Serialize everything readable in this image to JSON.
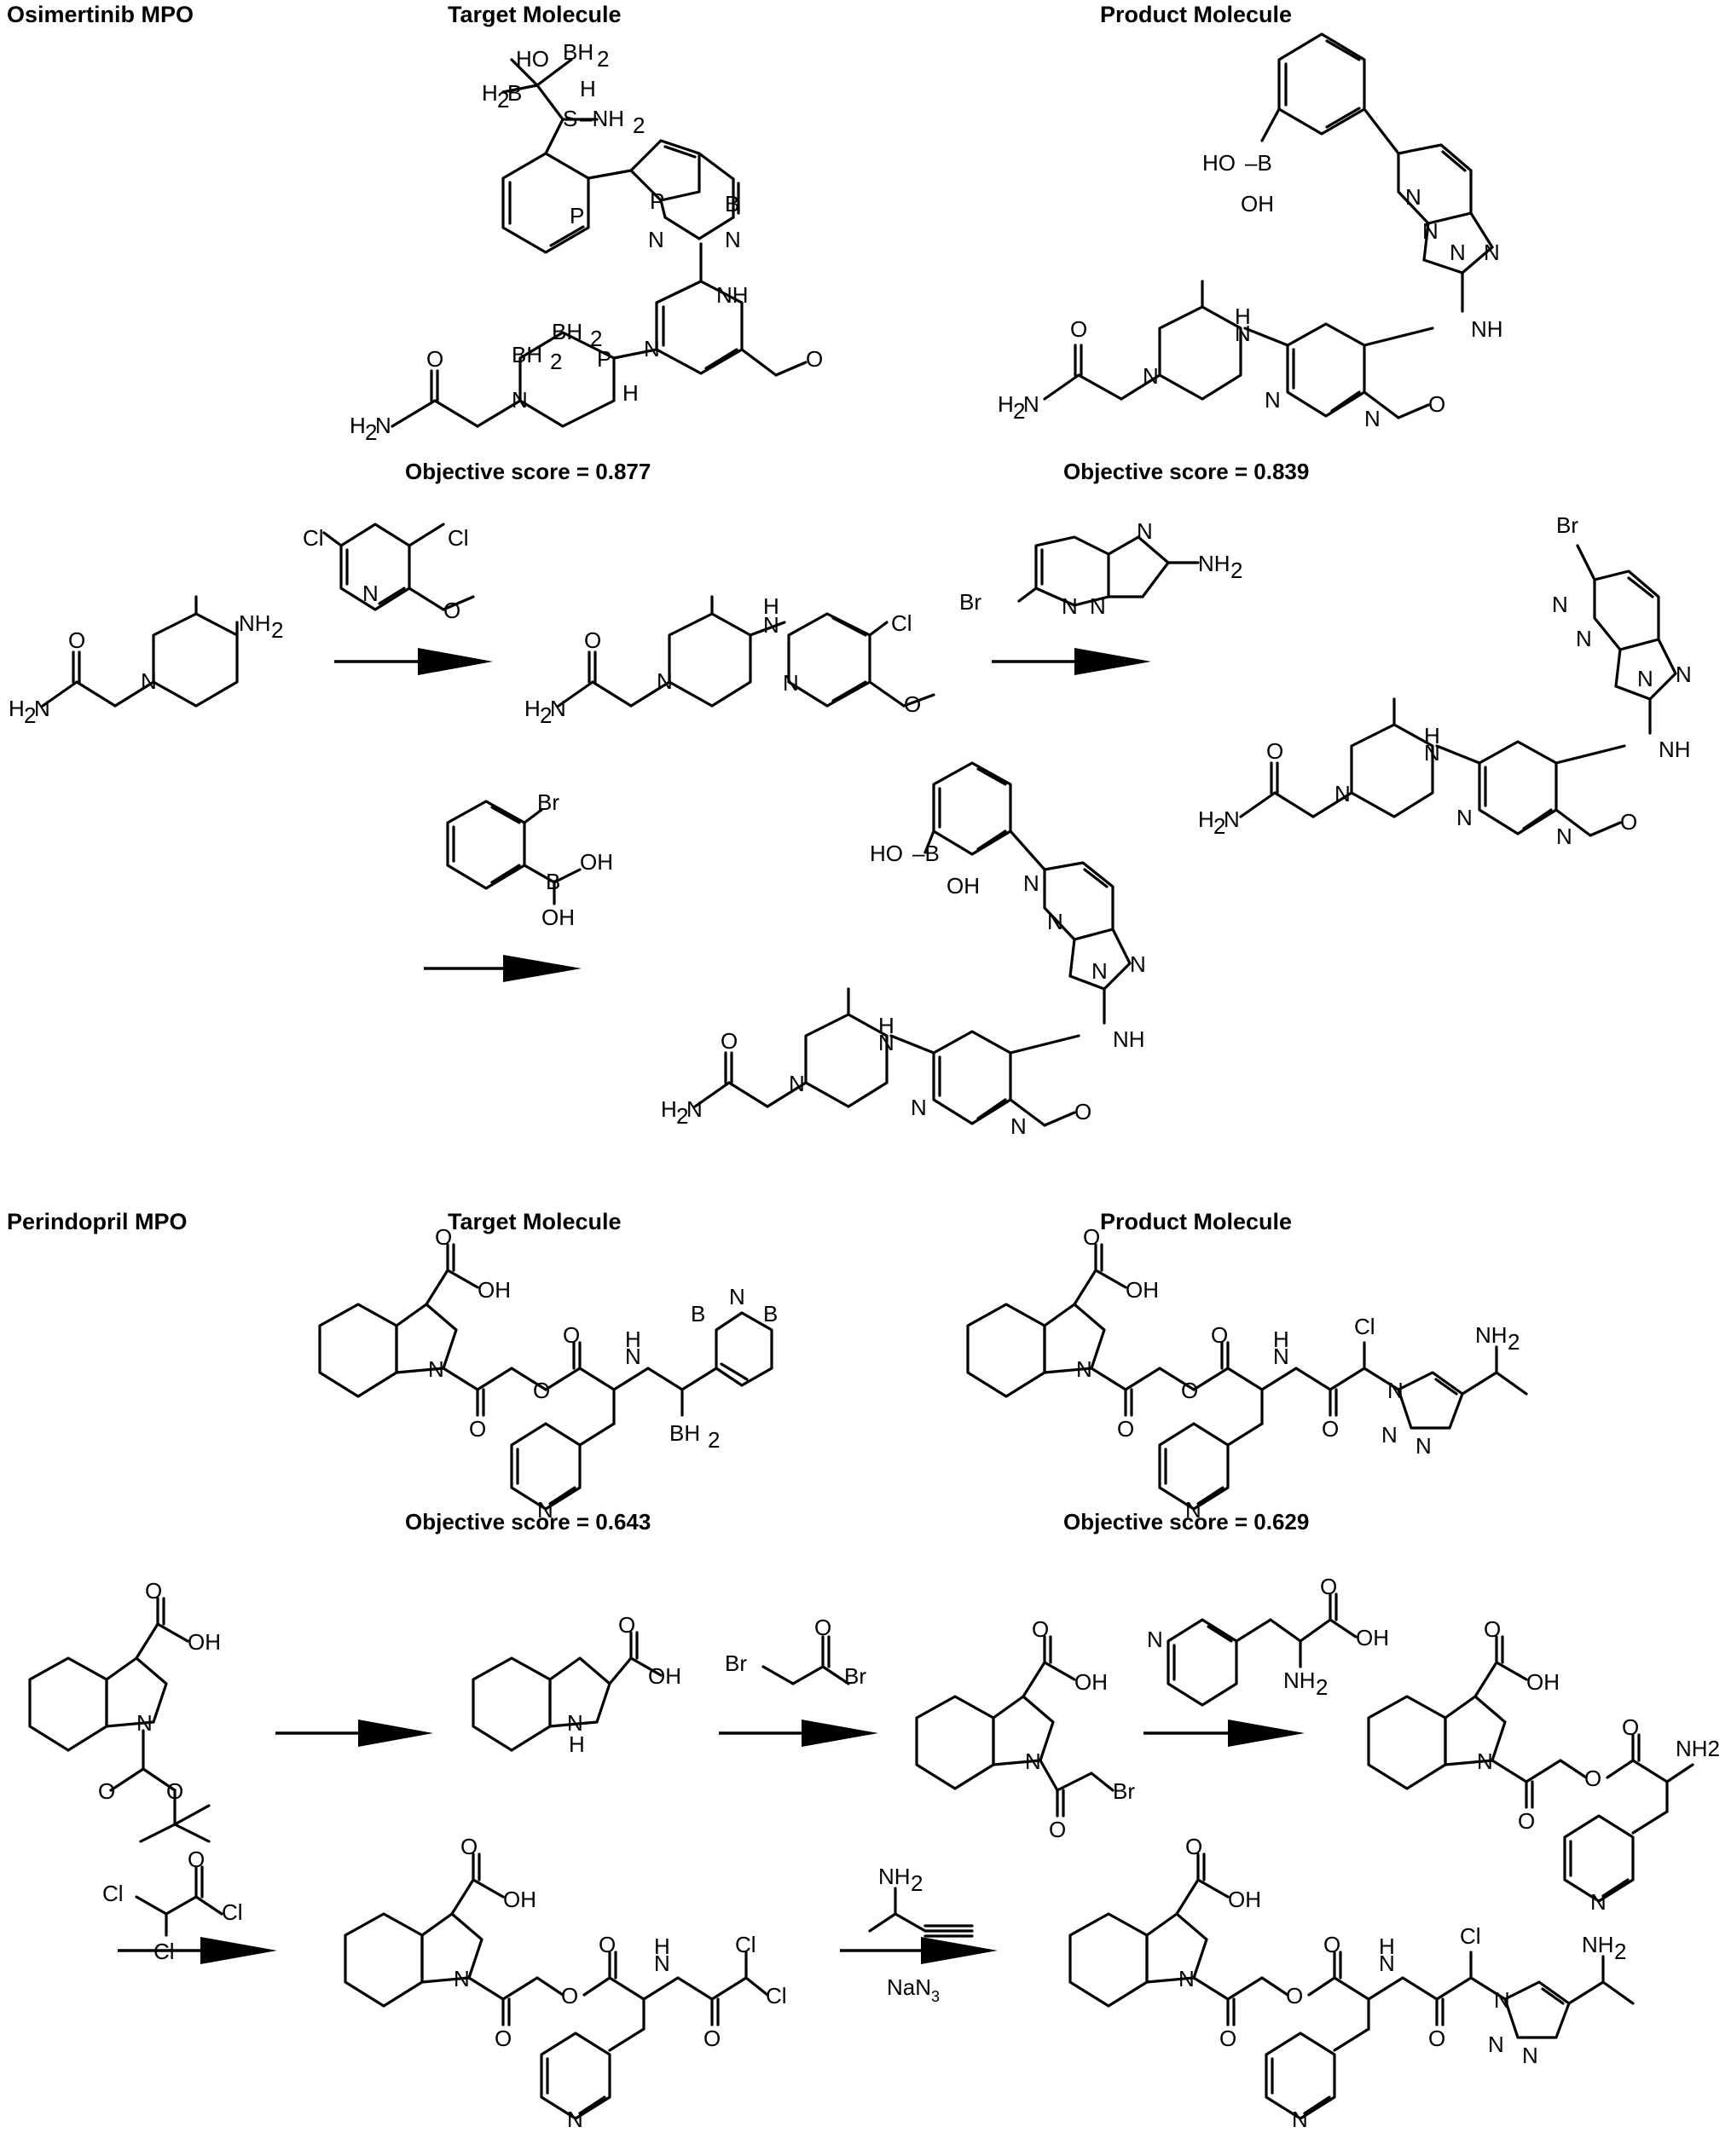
{
  "sections": [
    {
      "title": "Osimertinib MPO",
      "target_heading": "Target Molecule",
      "product_heading": "Product Molecule",
      "target_score": "Objective score = 0.877",
      "product_score": "Objective score = 0.839"
    },
    {
      "title": "Perindopril MPO",
      "target_heading": "Target Molecule",
      "product_heading": "Product Molecule",
      "target_score": "Objective score = 0.643",
      "product_score": "Objective score = 0.629"
    }
  ],
  "reagents": {
    "naN3": "NaN",
    "naN3_sub": "3"
  },
  "atom_labels": {
    "nh2": "NH",
    "sub2": "2",
    "nh": "NH",
    "n": "N",
    "cl": "Cl",
    "br": "Br",
    "oh": "OH",
    "ho": "HO",
    "b": "B",
    "bh2": "BH",
    "p": "P",
    "s": "S",
    "h": "H",
    "o": "O",
    "h2n": "H",
    "nh2_plain": "NH2"
  },
  "palette": {
    "ink": "#000000",
    "background": "#ffffff"
  }
}
